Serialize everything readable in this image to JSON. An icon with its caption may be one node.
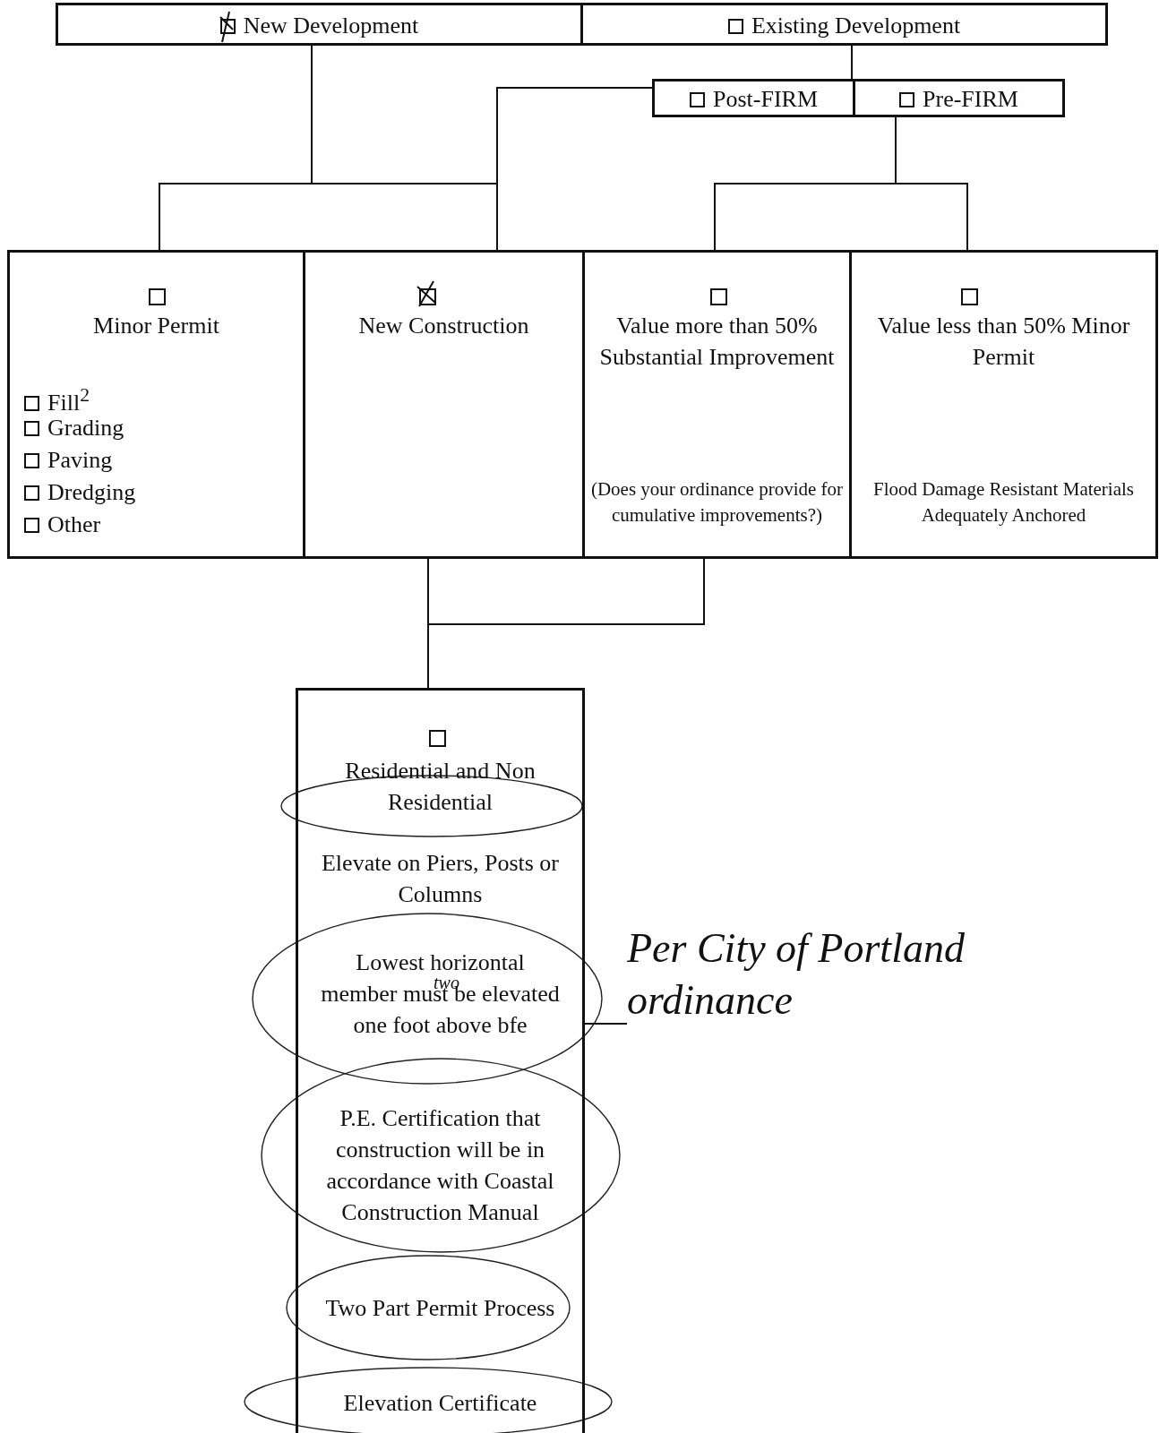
{
  "diagram": {
    "nodes": [
      {
        "text": [
          "New Development"
        ]
      },
      {
        "text": [
          "Existing Development"
        ]
      },
      {
        "text": [
          "Post-FIRM"
        ]
      },
      {
        "text": [
          "Pre-FIRM"
        ]
      },
      {
        "text": [
          "Minor Permit",
          "Fill$^{2}$",
          "Grading",
          "Paving",
          "Dredging",
          "Other"
        ]
      },
      {
        "text": [
          "New Construction"
        ]
      },
      {
        "text": [
          "Value more than 50% Substantial Improvement",
          "(Does your ordinance provide for cumulative improvements?)"
        ]
      },
      {
        "text": [
          "Value less than 50% Minor Permit",
          "Flood Damage Resistant Materials Adequately Anchored"
        ]
      },
      {
        "text": [
          "Residential and Non Residential",
          "Elevate on Piers, Posts or Columns",
          "Lowest horizontal member must be elevated one foot above bfe",
          "P.E. Certification that construction will be in accordance with Coastal Construction Manual",
          "Two Part Permit Process",
          "Elevation Certificate"
        ]
      },
      {
        "text": [
          "Per City of Portland ordinance"
        ]
      }
    ],
    "edges": [
      {
        "from": 0,
        "to": 4,
        "arrow": "none"
      },
      {
        "from": 0,
        "to": 5,
        "arrow": "none"
      },
      {
        "from": 1,
        "to": 2,
        "arrow": "none"
      },
      {
        "from": 1,
        "to": 3,
        "arrow": "none"
      },
      {
        "from": 2,
        "to": 5,
        "arrow": "none"
      },
      {
        "from": 3,
        "to": 6,
        "arrow": "none"
      },
      {
        "from": 3,
        "to": 7,
        "arrow": "none"
      },
      {
        "from": 5,
        "to": 8,
        "arrow": "none"
      },
      {
        "from": 6,
        "to": 8,
        "arrow": "none"
      },
      {
        "from": 9,
        "to": 8,
        "arrow": "none"
      }
    ],
    "labels": [
      "two"
    ]
  }
}
